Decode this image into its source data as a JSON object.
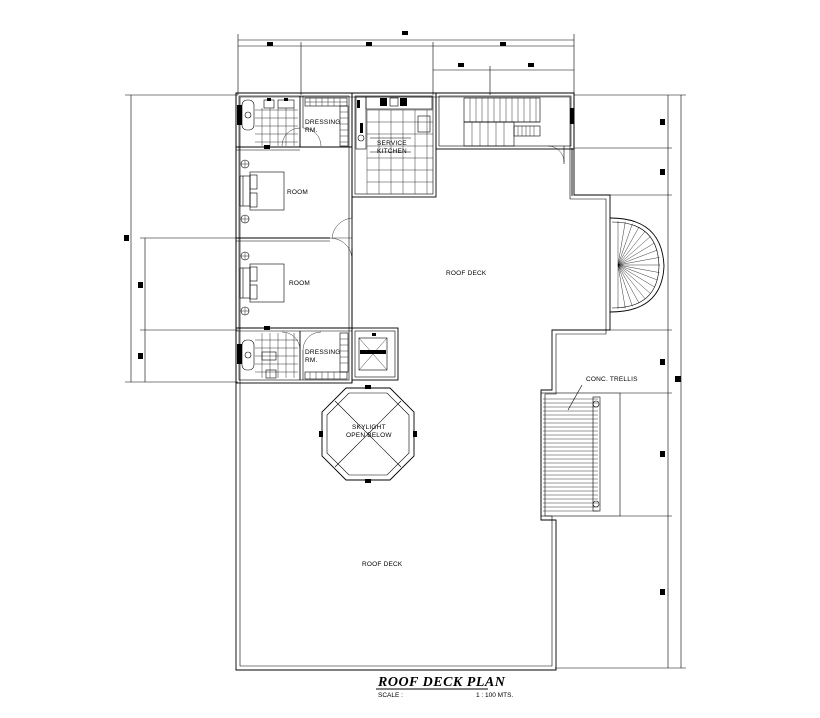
{
  "plan": {
    "title": "ROOF DECK PLAN",
    "scale_label": "SCALE :",
    "scale_value": "1 : 100 MTS."
  },
  "labels": {
    "dressing_top_1": "DRESSING",
    "dressing_top_2": "RM.",
    "service_kitchen_1": "SERVICE",
    "service_kitchen_2": "KITCHEN",
    "room_1": "ROOM",
    "room_2": "ROOM",
    "roof_deck_upper": "ROOF DECK",
    "dressing_bottom_1": "DRESSING",
    "dressing_bottom_2": "RM.",
    "skylight_1": "SKYLIGHT",
    "skylight_2": "OPEN BELOW",
    "trellis": "CONC. TRELLIS",
    "roof_deck_lower": "ROOF DECK"
  }
}
